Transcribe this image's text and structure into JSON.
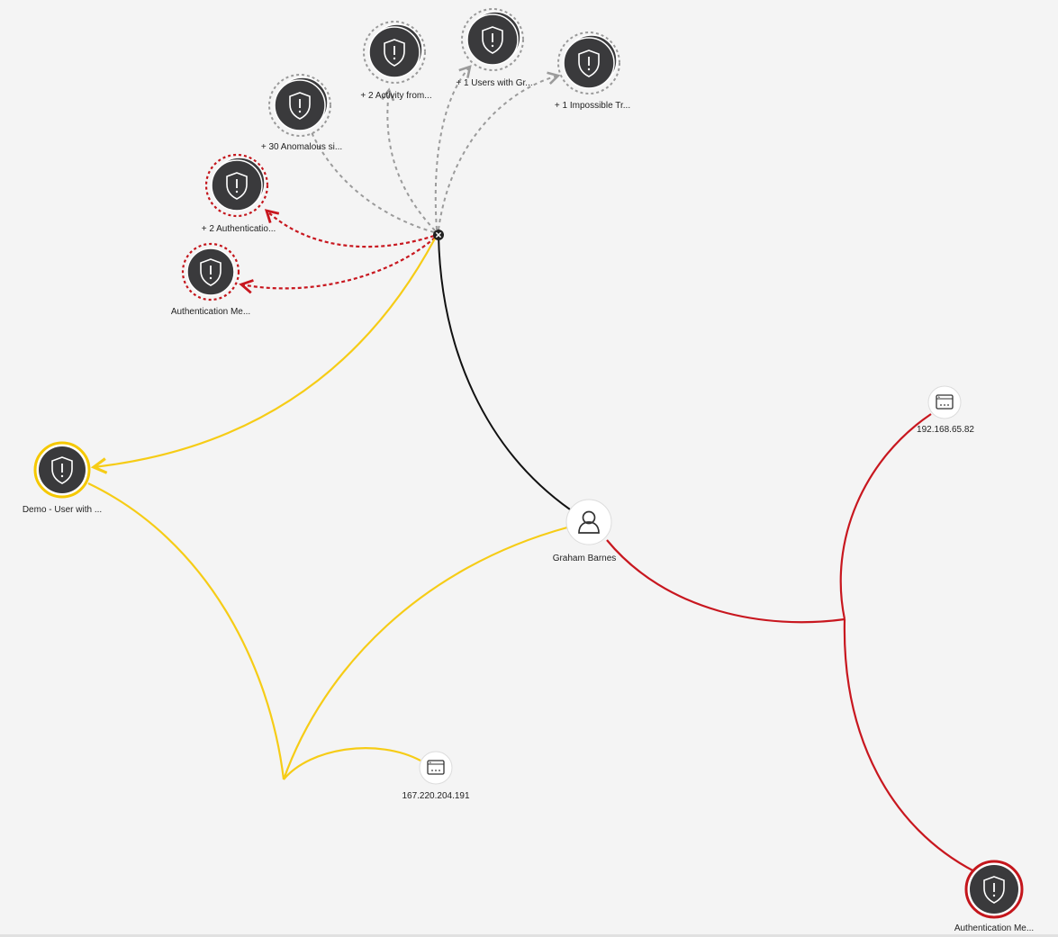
{
  "colors": {
    "background": "#f4f4f4",
    "node_dark": "#3a3a3c",
    "node_white": "#ffffff",
    "ring_grey": "#9a9a9a",
    "ring_red": "#c4161c",
    "ring_yellow": "#f5c800",
    "edge_black": "#111111",
    "edge_red": "#c8171f",
    "edge_yellow": "#f6cc16",
    "edge_grey_dashed": "#9b9b9b",
    "edge_red_dashed": "#c8171f",
    "label_text": "#222222"
  },
  "nodes": [
    {
      "id": "user",
      "label": "Graham Barnes",
      "icon": "user-icon",
      "style": "white"
    },
    {
      "id": "cluster",
      "label": "",
      "icon": "close-icon",
      "style": "hub"
    },
    {
      "id": "alert-activity",
      "label": "+ 2 Activity from...",
      "icon": "shield-alert-icon",
      "style": "dark-grey-stack"
    },
    {
      "id": "alert-users",
      "label": "+ 1 Users with Gr...",
      "icon": "shield-alert-icon",
      "style": "dark-grey-stack"
    },
    {
      "id": "alert-impossible",
      "label": "+ 1 Impossible Tr...",
      "icon": "shield-alert-icon",
      "style": "dark-grey-stack"
    },
    {
      "id": "alert-anomalous",
      "label": "+ 30 Anomalous si...",
      "icon": "shield-alert-icon",
      "style": "dark-grey-stack"
    },
    {
      "id": "alert-auth-stack",
      "label": "+ 2 Authenticatio...",
      "icon": "shield-alert-icon",
      "style": "dark-red-stack"
    },
    {
      "id": "alert-auth-single",
      "label": "Authentication Me...",
      "icon": "shield-alert-icon",
      "style": "dark-red"
    },
    {
      "id": "alert-demo",
      "label": "Demo - User with ...",
      "icon": "shield-alert-icon",
      "style": "dark-yellow"
    },
    {
      "id": "ip-192",
      "label": "192.168.65.82",
      "icon": "ip-terminal-icon",
      "style": "white-small"
    },
    {
      "id": "ip-167",
      "label": "167.220.204.191",
      "icon": "ip-terminal-icon",
      "style": "white-small"
    },
    {
      "id": "alert-auth-bottom",
      "label": "Authentication Me...",
      "icon": "shield-alert-icon",
      "style": "dark-red-solid"
    }
  ],
  "edges": [
    {
      "id": "user-cluster",
      "kind": "black-solid"
    },
    {
      "id": "cluster-activity",
      "kind": "grey-dashed"
    },
    {
      "id": "cluster-users",
      "kind": "grey-dashed"
    },
    {
      "id": "cluster-impossible",
      "kind": "grey-dashed"
    },
    {
      "id": "cluster-anomalous",
      "kind": "grey-dashed"
    },
    {
      "id": "cluster-auth-stack",
      "kind": "red-dashed"
    },
    {
      "id": "cluster-auth-single",
      "kind": "red-dashed"
    },
    {
      "id": "cluster-demo",
      "kind": "yellow-solid"
    },
    {
      "id": "demo-junction",
      "kind": "yellow-solid"
    },
    {
      "id": "user-junction",
      "kind": "yellow-solid"
    },
    {
      "id": "ip167-junction",
      "kind": "yellow-solid"
    },
    {
      "id": "user-red-junction",
      "kind": "red-solid"
    },
    {
      "id": "ip192-red-junction",
      "kind": "red-solid"
    },
    {
      "id": "authbottom-red-junction",
      "kind": "red-solid"
    }
  ]
}
